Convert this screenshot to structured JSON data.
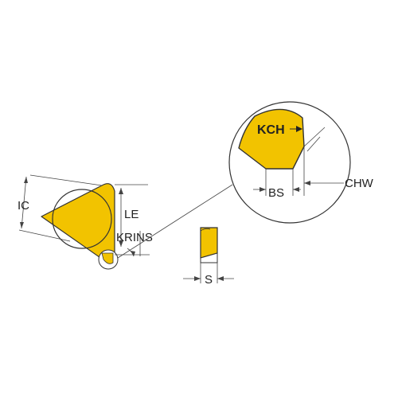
{
  "labels": {
    "ic": "IC",
    "le": "LE",
    "krins": "KRINS",
    "kch": "KCH",
    "bs": "BS",
    "chw": "CHW",
    "s": "S"
  },
  "colors": {
    "insert_fill": "#f2c300",
    "outline": "#333333",
    "line": "#444444",
    "background": "#ffffff"
  }
}
